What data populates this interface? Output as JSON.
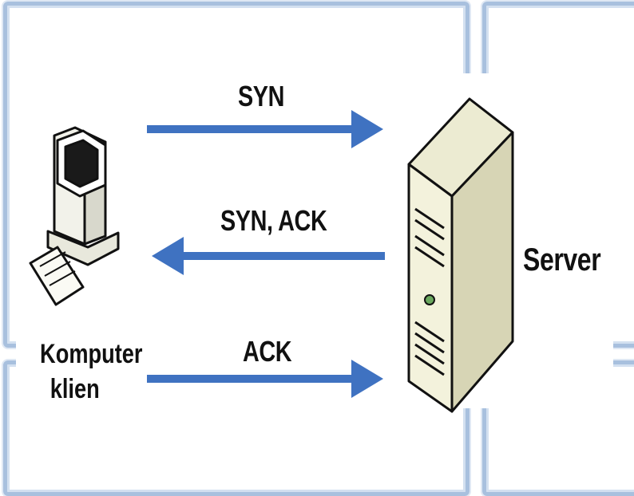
{
  "diagram": {
    "arrow_color": "#3f72c1",
    "messages": [
      {
        "label": "SYN",
        "direction": "client-to-server"
      },
      {
        "label": "SYN, ACK",
        "direction": "server-to-client"
      },
      {
        "label": "ACK",
        "direction": "client-to-server"
      }
    ],
    "client": {
      "label_line1": "Komputer",
      "label_line2": "klien"
    },
    "server": {
      "label": "Server"
    }
  }
}
